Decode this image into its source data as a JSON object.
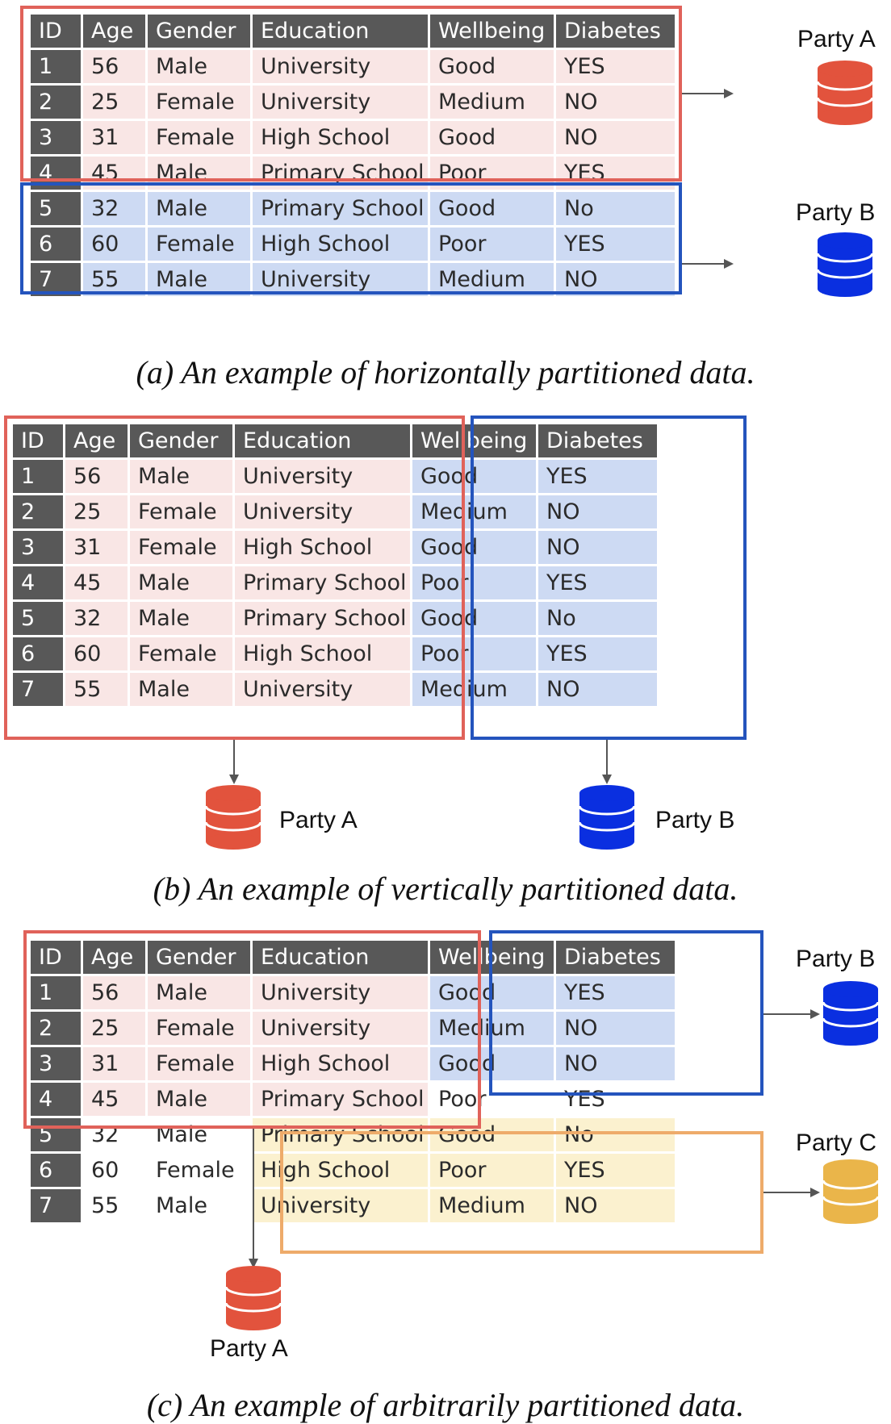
{
  "colors": {
    "party_a": "#e2533d",
    "party_b": "#0a2fe0",
    "party_c": "#eab54a",
    "header_bg": "#585858",
    "cell_a": "#f9e6e5",
    "cell_b": "#cddaf3",
    "cell_c": "#fbf1cf"
  },
  "icons": {
    "database": "database-icon",
    "arrow": "arrow-right-icon"
  },
  "headers": [
    "ID",
    "Age",
    "Gender",
    "Education",
    "Wellbeing",
    "Diabetes"
  ],
  "rows": [
    [
      "1",
      "56",
      "Male",
      "University",
      "Good",
      "YES"
    ],
    [
      "2",
      "25",
      "Female",
      "University",
      "Medium",
      "NO"
    ],
    [
      "3",
      "31",
      "Female",
      "High School",
      "Good",
      "NO"
    ],
    [
      "4",
      "45",
      "Male",
      "Primary School",
      "Poor",
      "YES"
    ],
    [
      "5",
      "32",
      "Male",
      "Primary School",
      "Good",
      "No"
    ],
    [
      "6",
      "60",
      "Female",
      "High School",
      "Poor",
      "YES"
    ],
    [
      "7",
      "55",
      "Male",
      "University",
      "Medium",
      "NO"
    ]
  ],
  "panels": {
    "a": {
      "caption": "(a) An example of horizontally partitioned data.",
      "party_a_label": "Party A",
      "party_b_label": "Party B",
      "assignment": [
        [
          "h",
          "h",
          "h",
          "h",
          "h",
          "h"
        ],
        [
          "id",
          "a",
          "a",
          "a",
          "a",
          "a"
        ],
        [
          "id",
          "a",
          "a",
          "a",
          "a",
          "a"
        ],
        [
          "id",
          "a",
          "a",
          "a",
          "a",
          "a"
        ],
        [
          "id",
          "a",
          "a",
          "a",
          "a",
          "a"
        ],
        [
          "id",
          "b",
          "b",
          "b",
          "b",
          "b"
        ],
        [
          "id",
          "b",
          "b",
          "b",
          "b",
          "b"
        ],
        [
          "id",
          "b",
          "b",
          "b",
          "b",
          "b"
        ]
      ]
    },
    "b": {
      "caption": "(b) An example of vertically partitioned data.",
      "party_a_label": "Party A",
      "party_b_label": "Party B",
      "assignment": [
        [
          "h",
          "h",
          "h",
          "h",
          "h",
          "h"
        ],
        [
          "id",
          "a",
          "a",
          "a",
          "b",
          "b"
        ],
        [
          "id",
          "a",
          "a",
          "a",
          "b",
          "b"
        ],
        [
          "id",
          "a",
          "a",
          "a",
          "b",
          "b"
        ],
        [
          "id",
          "a",
          "a",
          "a",
          "b",
          "b"
        ],
        [
          "id",
          "a",
          "a",
          "a",
          "b",
          "b"
        ],
        [
          "id",
          "a",
          "a",
          "a",
          "b",
          "b"
        ],
        [
          "id",
          "a",
          "a",
          "a",
          "b",
          "b"
        ]
      ]
    },
    "c": {
      "caption": "(c) An example of arbitrarily partitioned data.",
      "party_a_label": "Party A",
      "party_b_label": "Party B",
      "party_c_label": "Party C",
      "assignment": [
        [
          "h",
          "h",
          "h",
          "h",
          "h",
          "h"
        ],
        [
          "id",
          "a",
          "a",
          "a",
          "b",
          "b"
        ],
        [
          "id",
          "a",
          "a",
          "a",
          "b",
          "b"
        ],
        [
          "id",
          "a",
          "a",
          "a",
          "b",
          "b"
        ],
        [
          "id",
          "a",
          "a",
          "a",
          "n",
          "n"
        ],
        [
          "id",
          "n",
          "n",
          "c",
          "c",
          "c"
        ],
        [
          "id",
          "n",
          "n",
          "c",
          "c",
          "c"
        ],
        [
          "id",
          "n",
          "n",
          "c",
          "c",
          "c"
        ]
      ]
    }
  }
}
